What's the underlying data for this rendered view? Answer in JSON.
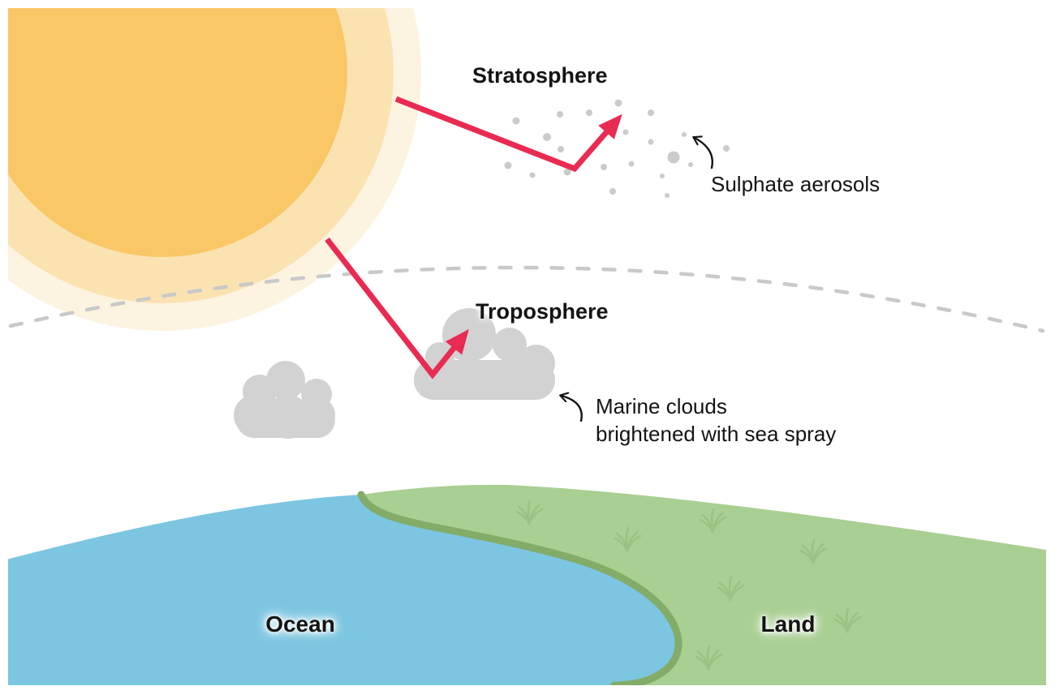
{
  "diagram": {
    "labels": {
      "stratosphere": "Stratosphere",
      "troposphere": "Troposphere",
      "sulphate_aerosols": "Sulphate aerosols",
      "marine_clouds_line1": "Marine clouds",
      "marine_clouds_line2": "brightened with sea spray",
      "ocean": "Ocean",
      "land": "Land"
    },
    "icons": {
      "sun": "sun-icon",
      "aerosols": "aerosol-dots-icon",
      "clouds": "cloud-icon",
      "sunlight_rays": "reflected-ray-arrow-icon",
      "annotations": "curved-pointer-arrow-icon",
      "grass": "grass-tuft-icon"
    },
    "colors": {
      "sun_core": "#F9C766",
      "sun_mid": "#FBE3B1",
      "sun_glow": "#FDF3E1",
      "ray_red": "#E92B52",
      "cloud_gray": "#D2D2D2",
      "aerosol_gray": "#CBCBCB",
      "boundary_gray": "#C9C9C9",
      "ocean_blue": "#7CC6E1",
      "land_green": "#A9CF92",
      "coast_green": "#82AC68",
      "grass_green": "#9BC284",
      "ink": "#141414"
    }
  }
}
